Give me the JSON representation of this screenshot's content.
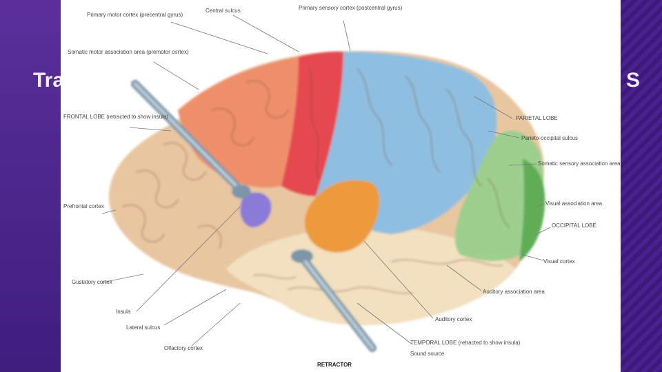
{
  "slide": {
    "title_left": "Tra",
    "title_right": "S"
  },
  "diagram": {
    "regions": [
      {
        "name": "prefrontal",
        "color": "#e8c6a0"
      },
      {
        "name": "premotor",
        "color": "#ee8f6a"
      },
      {
        "name": "primary-motor",
        "color": "#e5484f"
      },
      {
        "name": "somatosensory",
        "color": "#8fbfe0"
      },
      {
        "name": "visual-association",
        "color": "#9dcf8e"
      },
      {
        "name": "visual-cortex",
        "color": "#5fae57"
      },
      {
        "name": "auditory",
        "color": "#ec9a3a"
      },
      {
        "name": "temporal",
        "color": "#f2e0bf"
      },
      {
        "name": "insula",
        "color": "#8a7cd6"
      }
    ],
    "labels": {
      "l01": "Primary motor cortex (precentral gyrus)",
      "l02": "Central sulcus",
      "l03": "Primary sensory cortex (postcentral gyrus)",
      "l04": "Somatic motor association area (premotor cortex)",
      "l05": "FRONTAL LOBE (retracted to show insula)",
      "l06": "Prefrontal cortex",
      "l07": "Gustatory cortex",
      "l08": "Insula",
      "l09": "Lateral sulcus",
      "l10": "Olfactory cortex",
      "l11": "PARIETAL LOBE",
      "l12": "Parieto-occipital sulcus",
      "l13": "Somatic sensory association area",
      "l14": "Visual association area",
      "l15": "OCCIPITAL LOBE",
      "l16": "Visual cortex",
      "l17": "Auditory association area",
      "l18": "Auditory cortex",
      "l19": "TEMPORAL LOBE (retracted to show insula)",
      "l20": "Sound source",
      "bottom": "RETRACTOR"
    }
  }
}
